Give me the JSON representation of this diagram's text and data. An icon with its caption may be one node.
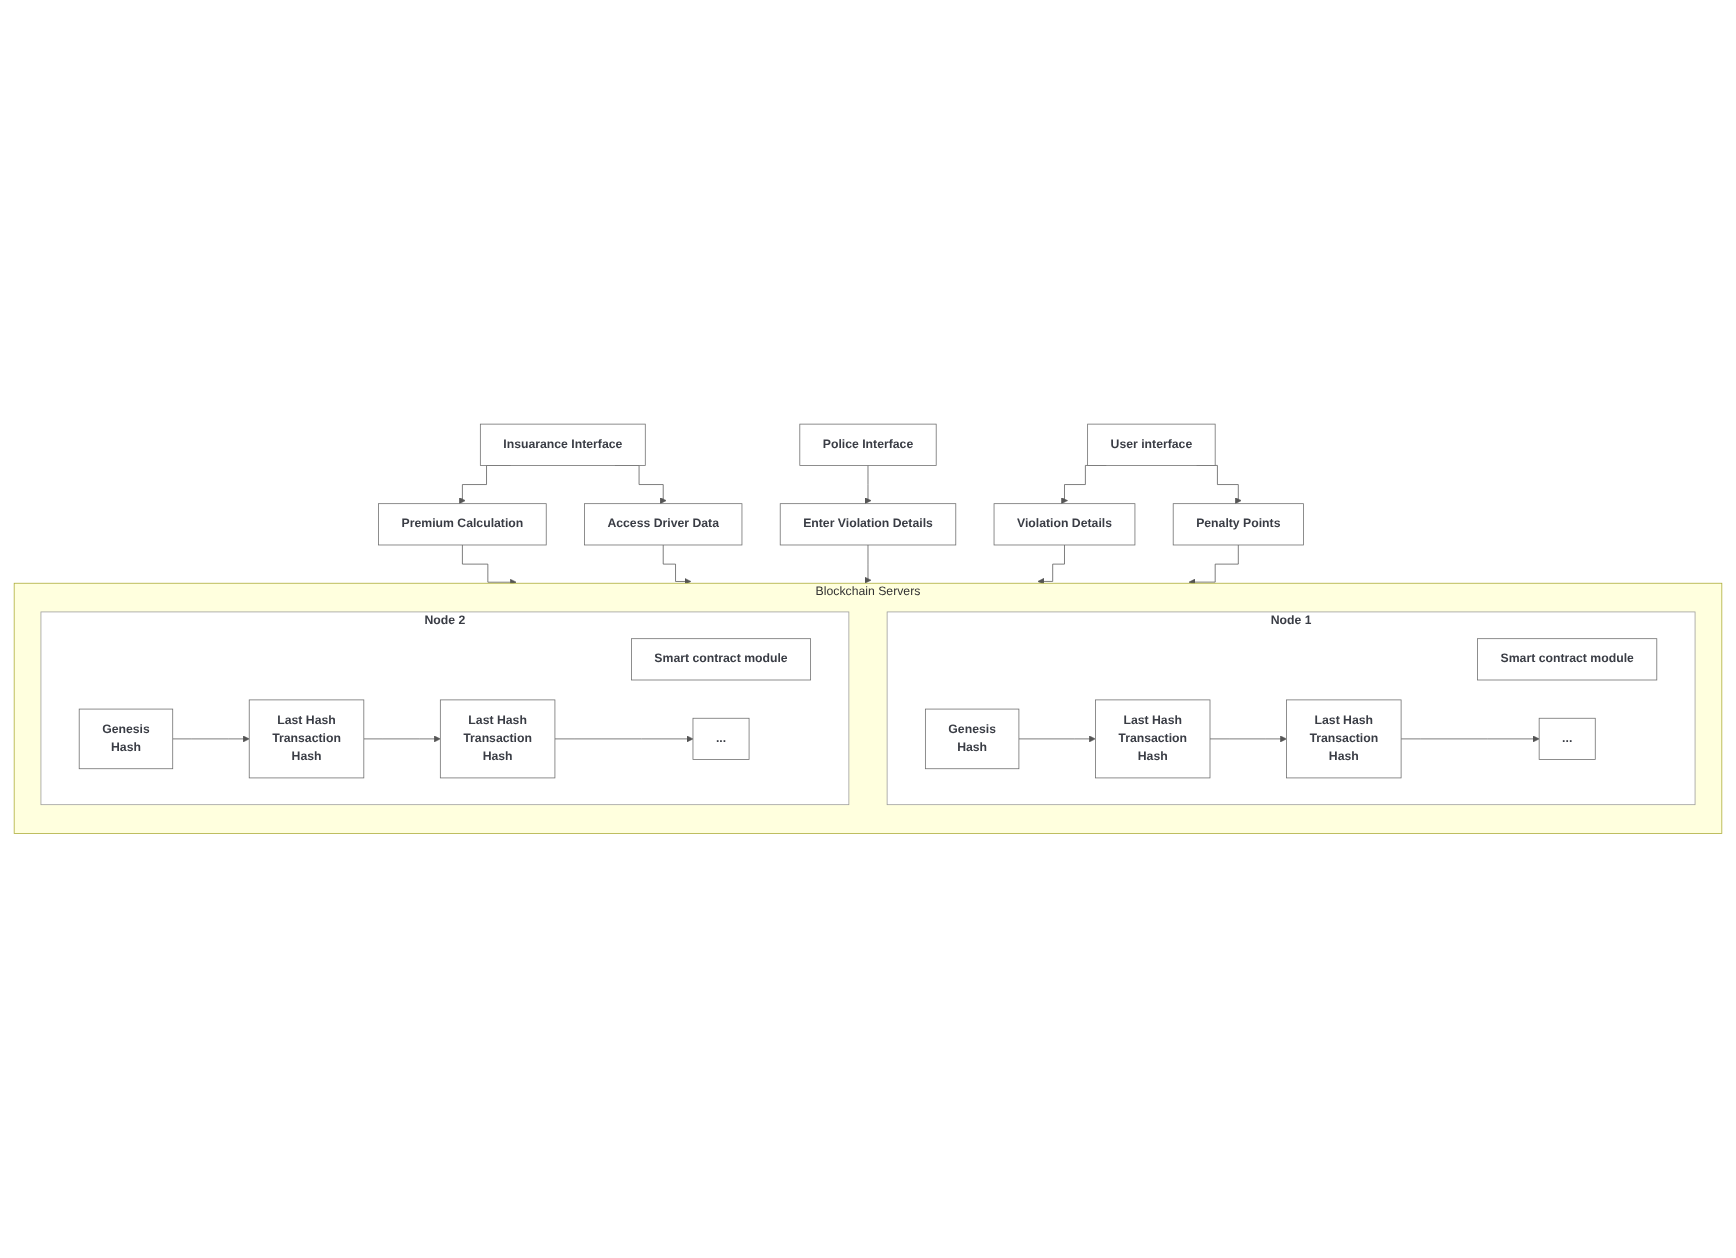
{
  "diagram": {
    "nodes": [
      {
        "text": [
          "Insuarance Interface"
        ]
      },
      {
        "text": [
          "Police Interface"
        ]
      },
      {
        "text": [
          "User interface"
        ]
      },
      {
        "text": [
          "Premium Calculation"
        ]
      },
      {
        "text": [
          "Access Driver Data"
        ]
      },
      {
        "text": [
          "Enter Violation Details"
        ]
      },
      {
        "text": [
          "Violation Details"
        ]
      },
      {
        "text": [
          "Penalty Points"
        ]
      },
      {
        "text": [
          "Blockchain Servers"
        ]
      },
      {
        "text": [
          "Node 1"
        ],
        "in": 8
      },
      {
        "text": [
          "Smart contract module"
        ],
        "in": 9
      },
      {
        "text": [
          "Genesis",
          "Hash"
        ],
        "in": 9
      },
      {
        "text": [
          "Last Hash",
          "Transaction",
          "Hash"
        ],
        "in": 9
      },
      {
        "text": [
          "Last Hash",
          "Transaction",
          "Hash"
        ],
        "in": 9
      },
      {
        "text": [
          "..."
        ],
        "in": 9
      },
      {
        "text": [
          "Node 2"
        ],
        "in": 8
      },
      {
        "text": [
          "Smart contract module"
        ],
        "in": 15
      },
      {
        "text": [
          "Genesis",
          "Hash"
        ],
        "in": 15
      },
      {
        "text": [
          "Last Hash",
          "Transaction",
          "Hash"
        ],
        "in": 15
      },
      {
        "text": [
          "Last Hash",
          "Transaction",
          "Hash"
        ],
        "in": 15
      },
      {
        "text": [
          "..."
        ],
        "in": 15
      }
    ],
    "edges": [
      {
        "from": 0,
        "to": 3,
        "arrow": "to"
      },
      {
        "from": 0,
        "to": 4,
        "arrow": "to"
      },
      {
        "from": 1,
        "to": 5,
        "arrow": "to"
      },
      {
        "from": 2,
        "to": 6,
        "arrow": "to"
      },
      {
        "from": 2,
        "to": 7,
        "arrow": "to"
      },
      {
        "from": 3,
        "to": 8,
        "arrow": "to"
      },
      {
        "from": 4,
        "to": 8,
        "arrow": "to"
      },
      {
        "from": 5,
        "to": 8,
        "arrow": "to"
      },
      {
        "from": 6,
        "to": 8,
        "arrow": "to"
      },
      {
        "from": 7,
        "to": 8,
        "arrow": "to"
      },
      {
        "from": 11,
        "to": 12,
        "arrow": "to"
      },
      {
        "from": 12,
        "to": 13,
        "arrow": "to"
      },
      {
        "from": 13,
        "to": 14,
        "arrow": "to"
      },
      {
        "from": 17,
        "to": 18,
        "arrow": "to"
      },
      {
        "from": 18,
        "to": 19,
        "arrow": "to"
      },
      {
        "from": 19,
        "to": 20,
        "arrow": "to"
      }
    ]
  }
}
